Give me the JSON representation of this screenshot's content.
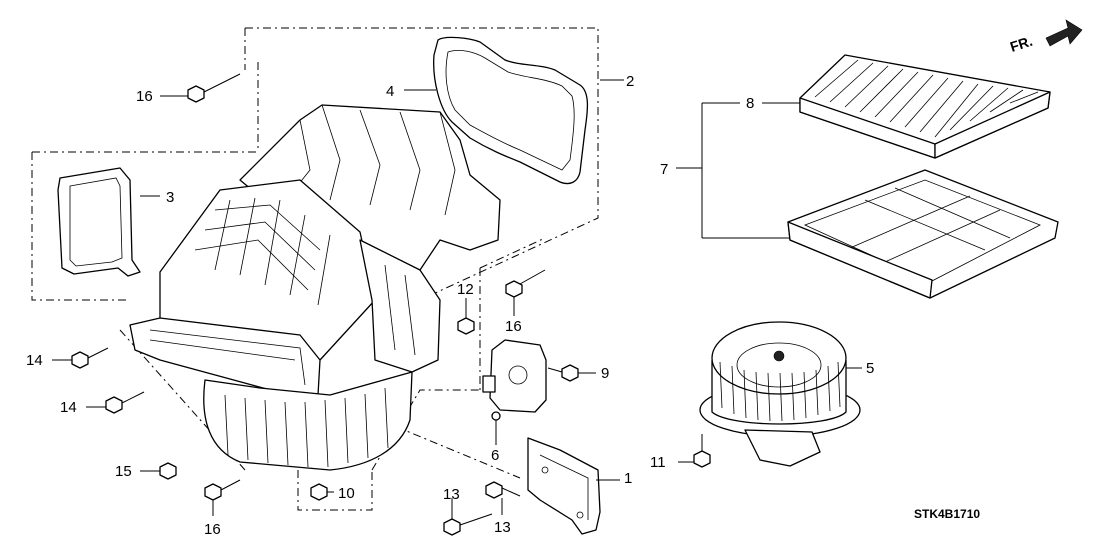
{
  "diagram_code": "STK4B1710",
  "direction_label": "FR.",
  "callouts": [
    "1",
    "2",
    "3",
    "4",
    "5",
    "6",
    "7",
    "8",
    "9",
    "10",
    "11",
    "12",
    "13",
    "13",
    "14",
    "14",
    "15",
    "16",
    "16",
    "16"
  ],
  "parts": {
    "heater_unit_housing": "heater-unit",
    "filter_frame": "filter-frame",
    "air_filter": "air-filter",
    "blower_motor": "blower-motor",
    "actuator": "mode-actuator",
    "bracket": "mount-bracket",
    "seal_large": "seal-2-4",
    "seal_small": "seal-3"
  }
}
